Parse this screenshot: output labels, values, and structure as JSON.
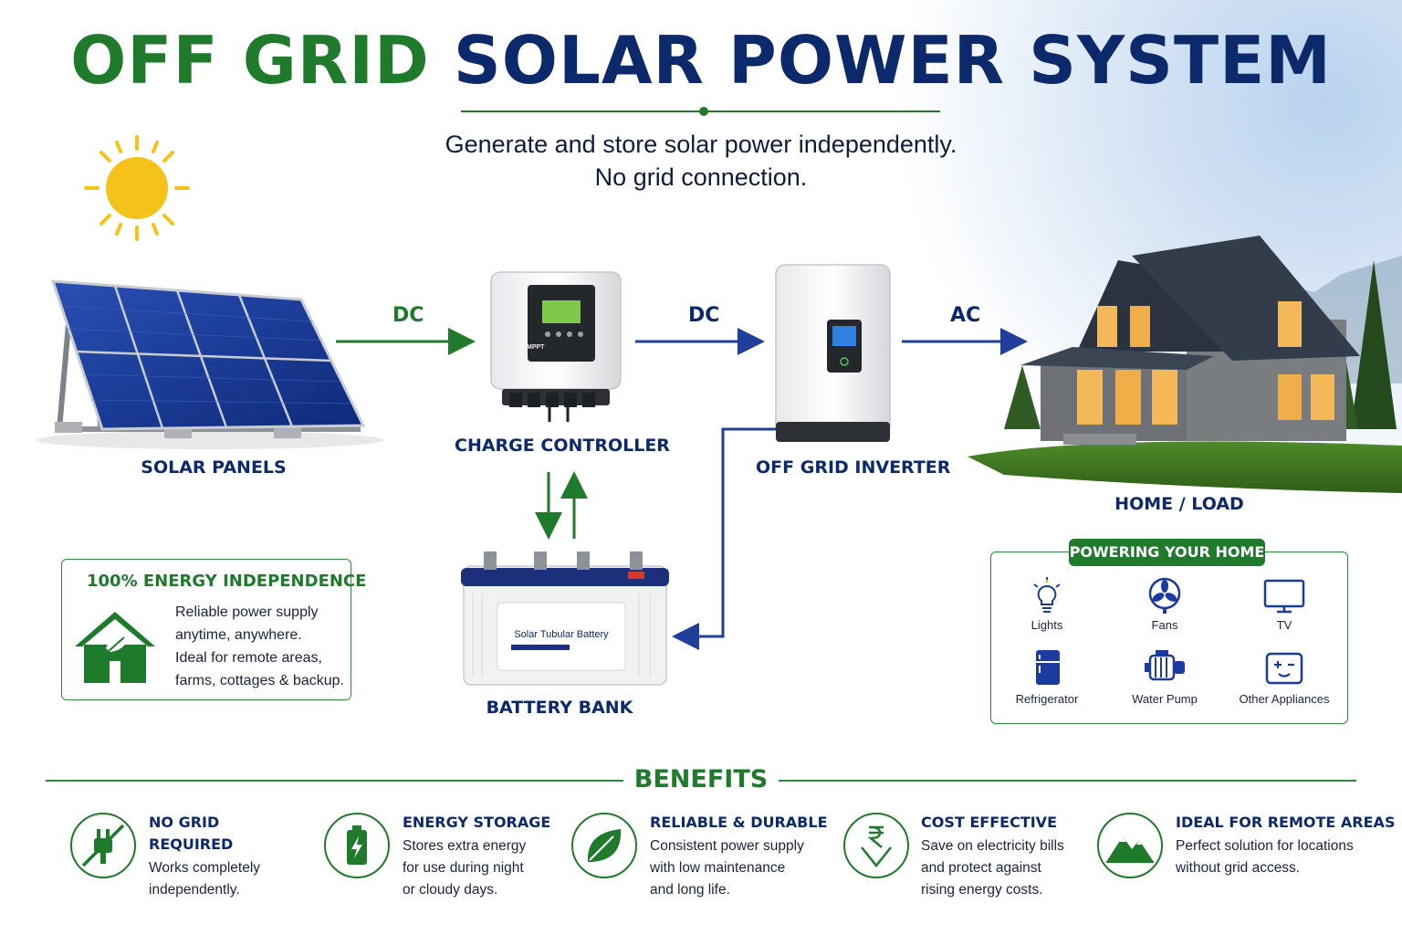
{
  "header": {
    "title_part1": "OFF GRID",
    "title_part2": "SOLAR POWER SYSTEM",
    "subtitle_line1": "Generate and store solar power independently.",
    "subtitle_line2": "No grid connection."
  },
  "components": {
    "solar_panels": "SOLAR PANELS",
    "charge_controller": "CHARGE CONTROLLER",
    "inverter": "OFF GRID INVERTER",
    "home": "HOME / LOAD",
    "battery": "BATTERY BANK",
    "battery_brand": "Solar Tubular Battery",
    "controller_brand": "MPPT"
  },
  "flows": {
    "panels_to_controller": "DC",
    "controller_to_inverter": "DC",
    "inverter_to_home": "AC"
  },
  "independence": {
    "heading": "100% ENERGY INDEPENDENCE",
    "lines": [
      "Reliable power supply",
      "anytime, anywhere.",
      "Ideal for remote areas,",
      "farms, cottages & backup."
    ]
  },
  "powering": {
    "heading": "POWERING YOUR HOME",
    "appliances": [
      {
        "label": "Lights",
        "icon": "lightbulb-icon"
      },
      {
        "label": "Fans",
        "icon": "fan-icon"
      },
      {
        "label": "TV",
        "icon": "tv-icon"
      },
      {
        "label": "Refrigerator",
        "icon": "refrigerator-icon"
      },
      {
        "label": "Water Pump",
        "icon": "water-pump-icon"
      },
      {
        "label": "Other Appliances",
        "icon": "plug-socket-icon"
      }
    ]
  },
  "benefits": {
    "heading": "BENEFITS",
    "items": [
      {
        "title_line1": "NO GRID",
        "title_line2": "REQUIRED",
        "text_line1": "Works completely",
        "text_line2": "independently.",
        "text_line3": "",
        "icon": "no-plug-icon"
      },
      {
        "title_line1": "ENERGY STORAGE",
        "title_line2": "",
        "text_line1": "Stores extra energy",
        "text_line2": "for use during night",
        "text_line3": "or cloudy days.",
        "icon": "battery-charge-icon"
      },
      {
        "title_line1": "RELIABLE & DURABLE",
        "title_line2": "",
        "text_line1": "Consistent power supply",
        "text_line2": "with low maintenance",
        "text_line3": "and long life.",
        "icon": "leaf-icon"
      },
      {
        "title_line1": "COST EFFECTIVE",
        "title_line2": "",
        "text_line1": "Save on electricity bills",
        "text_line2": "and protect against",
        "text_line3": "rising energy costs.",
        "icon": "rupee-down-icon"
      },
      {
        "title_line1": "IDEAL FOR REMOTE AREAS",
        "title_line2": "",
        "text_line1": "Perfect solution for locations",
        "text_line2": "without grid access.",
        "text_line3": "",
        "icon": "mountain-icon"
      }
    ]
  },
  "colors": {
    "green": "#1f7a2c",
    "navy": "#0c2a6b",
    "blue_arrow": "#1f3f9a",
    "sun": "#f5c219"
  }
}
